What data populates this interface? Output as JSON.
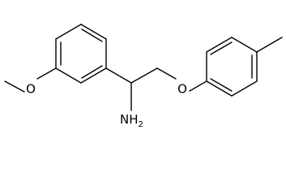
{
  "molecule": {
    "atoms": {
      "methoxy_oxygen": "O",
      "ether_oxygen": "O",
      "amine": {
        "element": "NH",
        "subscript": "2"
      }
    },
    "colors": {
      "bond": "#000000",
      "text": "#000000",
      "background": "#ffffff"
    }
  }
}
